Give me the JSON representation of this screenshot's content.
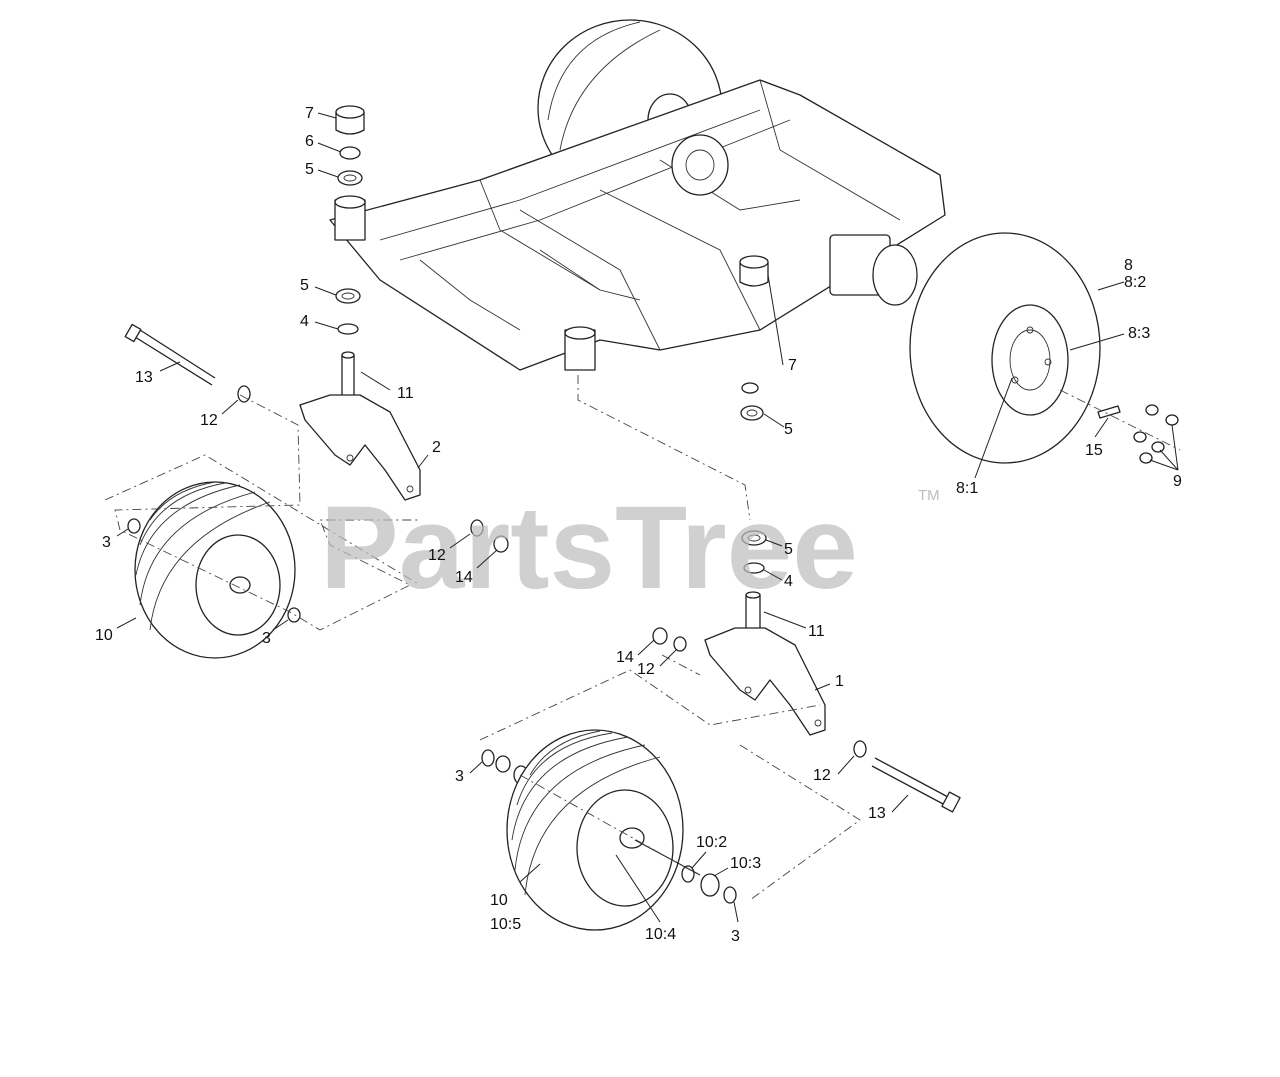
{
  "watermark": {
    "text": "PartsTree",
    "mark": "TM"
  },
  "callouts": {
    "c7a": "7",
    "c6": "6",
    "c5a": "5",
    "c5b": "5",
    "c4a": "4",
    "c13a": "13",
    "c12a": "12",
    "c11a": "11",
    "c2": "2",
    "c3a": "3",
    "c3b": "3",
    "c10a": "10",
    "c12b": "12",
    "c14a": "14",
    "c7b": "7",
    "c5c": "5",
    "c8": "8",
    "c8_2": "8:2",
    "c8_3": "8:3",
    "c8_1": "8:1",
    "c15": "15",
    "c9": "9",
    "c5d": "5",
    "c4b": "4",
    "c11b": "11",
    "c14b": "14",
    "c12c": "12",
    "c1": "1",
    "c3c": "3",
    "c12d": "12",
    "c13b": "13",
    "c10_2": "10:2",
    "c10_3": "10:3",
    "c10b": "10",
    "c10_5": "10:5",
    "c10_4": "10:4",
    "c3d": "3"
  }
}
